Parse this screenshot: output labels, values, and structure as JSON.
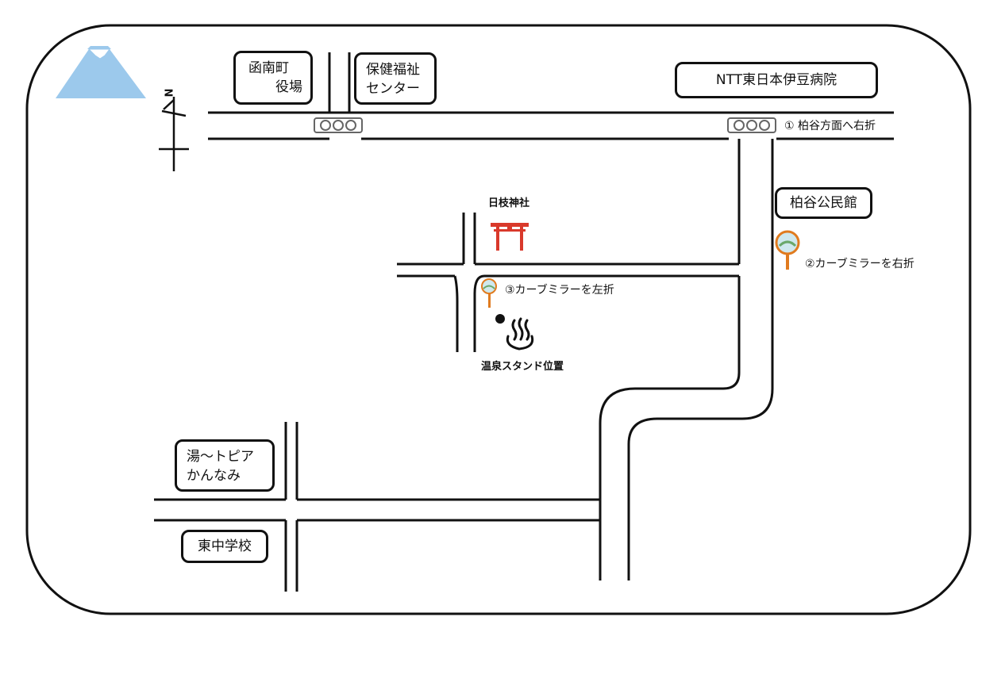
{
  "colors": {
    "mountain": "#9cc9ec",
    "torii": "#d9392b",
    "mirror_pole": "#e07b1f",
    "mirror_face": "#cfe8ee",
    "road": "#111111"
  },
  "icons": {
    "mountain": "mountain-icon",
    "north_arrow": "north-arrow-icon",
    "traffic_light": "traffic-light-icon",
    "torii": "torii-gate-icon",
    "curve_mirror": "curve-mirror-icon",
    "onsen": "hot-spring-icon",
    "location_dot": "location-dot-icon"
  },
  "compass": {
    "north": "N"
  },
  "buildings": {
    "town_office": {
      "line1": "函南町",
      "line2": "役場"
    },
    "welfare_center": {
      "line1": "保健福祉",
      "line2": "センター"
    },
    "hospital": "NTT東日本伊豆病院",
    "community_hall": "柏谷公民館",
    "yutopia": {
      "line1": "湯～トピア",
      "line2": "かんなみ"
    },
    "school": "東中学校"
  },
  "landmarks": {
    "shrine": "日枝神社",
    "onsen_stand": "温泉スタンド位置"
  },
  "directions": {
    "step1": "① 柏谷方面へ右折",
    "step2": "②カーブミラーを右折",
    "step3": "③カーブミラーを左折"
  }
}
